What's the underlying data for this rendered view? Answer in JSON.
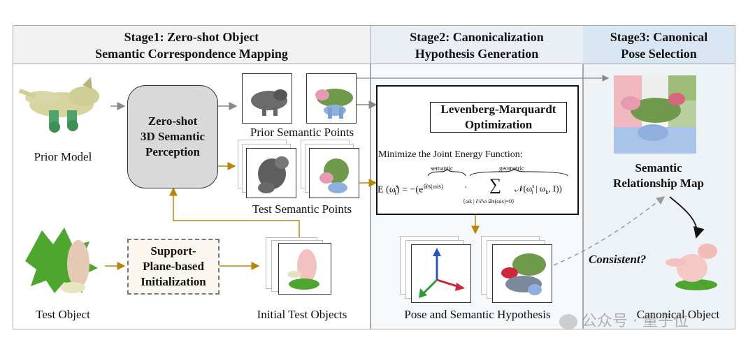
{
  "stages": {
    "stage1": {
      "line1": "Stage1: Zero-shot Object",
      "line2": "Semantic Correspondence Mapping"
    },
    "stage2": {
      "line1": "Stage2: Canonicalization",
      "line2": "Hypothesis Generation"
    },
    "stage3": {
      "line1": "Stage3: Canonical",
      "line2": "Pose Selection"
    }
  },
  "stage1": {
    "prior_model": "Prior Model",
    "test_object": "Test Object",
    "perception": {
      "line1": "Zero-shot",
      "line2": "3D Semantic",
      "line3": "Perception"
    },
    "init": {
      "line1": "Support-",
      "line2": "Plane-based",
      "line3": "Initialization"
    },
    "prior_points": "Prior Semantic Points",
    "test_points": "Test Semantic Points",
    "initial_objects": "Initial Test Objects"
  },
  "stage2": {
    "lm": {
      "line1": "Levenberg-Marquardt",
      "line2": "Optimization"
    },
    "minimize": "Minimize the Joint Energy Function:",
    "equation": {
      "lhs": "E (ω",
      "lhs_sup": "s",
      "lhs_sub": "i",
      "lhs_end": ") = −(e",
      "exp": "𝒟s(ωis)",
      "semantic": "semantic",
      "geometric": "geometric",
      "dot": "·",
      "sum": "∑",
      "sum_sub": "{ωk | ∂/∂ω 𝒟s(ωis)=0}",
      "normal": "𝒩(ω",
      "normal_rest": " | ω",
      "normal_end": ", I))",
      "k": "k"
    },
    "hypothesis": "Pose and Semantic Hypothesis"
  },
  "stage3": {
    "map": {
      "line1": "Semantic",
      "line2": "Relationship Map"
    },
    "consistent": "Consistent?",
    "canonical": "Canonical Object"
  },
  "watermark": {
    "text": "公众号 · 量子位"
  },
  "colors": {
    "header_bg": "#f2f2f2",
    "stage2_bg": "#eef3f8",
    "stage3_bg": "#e3ecf5",
    "arrow_gold": "#b8860b",
    "arrow_gray": "#888888",
    "dino_green": "#6f9a4c",
    "dino_pink": "#e79bb0",
    "dino_blue": "#8fb0dc",
    "dino_gray": "#6b6b6b"
  }
}
